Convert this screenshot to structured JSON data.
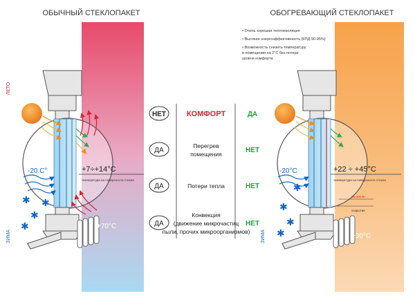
{
  "left": {
    "title": "ОБЫЧНЫЙ СТЕКЛОПАКЕТ",
    "season_summer": "ЛЕТО",
    "season_winter": "ЗИМА",
    "outside_temp": "-20 C°",
    "surface_temp": "+7÷+14°C",
    "surface_caption": "температура на поверхности стекла",
    "radiator_temp": "+70°C"
  },
  "right": {
    "title": "ОБОГРЕВАЮЩИЙ СТЕКЛОПАКЕТ",
    "bullets": [
      [
        "Очень хорошая теплоизоляция"
      ],
      [
        "Высокая энергоэффективность (КПД 90-95%)"
      ],
      [
        "Возможность снизить температуру",
        "в помещении на 2°С без потери",
        "уровня комфорта"
      ]
    ],
    "outside_temp": "-20°C",
    "surface_temp": "+22 ÷ +45°C",
    "surface_caption": "температура на поверхности стекла",
    "radiator_temp": "+30°C",
    "small_label_top": "90-400 Вт",
    "small_label_bottom": "покрытие"
  },
  "comparison": [
    {
      "left": "НЕТ",
      "label": [
        "КОМФОРТ"
      ],
      "right": "ДА"
    },
    {
      "left": "ДА",
      "label": [
        "Перегрев",
        "помещения"
      ],
      "right": "НЕТ"
    },
    {
      "left": "ДА",
      "label": [
        "Потери тепла"
      ],
      "right": "НЕТ"
    },
    {
      "left": "ДА",
      "label": [
        "Конвекция",
        "(движение микрочастиц",
        "пыли,  прочих микроорганизмов)"
      ],
      "right": "НЕТ"
    }
  ],
  "colors": {
    "warm_top": "#e84a6a",
    "cold_bottom": "#a9d9f2",
    "orange_top": "#f7a24a",
    "orange_bottom": "#fbd9b5",
    "green": "#1fa13a",
    "red": "#d9232d",
    "sun": "#f08a1c",
    "window_gray": "#e4e4e4",
    "outline": "#555555",
    "snow_blue": "#1565c0"
  }
}
